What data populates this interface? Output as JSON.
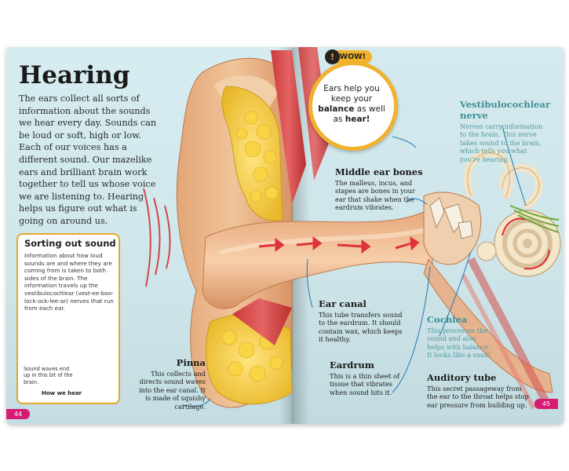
{
  "left_page": {
    "title": "Hearing",
    "intro": "The ears collect all sorts of information about the sounds we hear every day. Sounds can be loud or soft, high or low. Each of our voices has a different sound. Our mazelike ears and brilliant brain work together to tell us whose voice we are listening to. Hearing helps us figure out what is going on around us.",
    "sidebar": {
      "title": "Sorting out sound",
      "text": "Information about how loud sounds are and where they are coming from is taken to both sides of the brain. The information travels up the vestibulocochlear (vest-ee-boo-lock-ock-lee-ar) nerves that run from each ear.",
      "brain_caption": "Sound waves end up in this bit of the brain.",
      "brain_label": "How we hear"
    },
    "page_number": "44"
  },
  "labels": {
    "pinna": {
      "heading": "Pinna",
      "text": "This collects and directs sound waves into the ear canal. It is made of squishy cartilage."
    },
    "ear_canal": {
      "heading": "Ear canal",
      "text": "This tube transfers sound to the eardrum. It should contain wax, which keeps it healthy."
    },
    "eardrum": {
      "heading": "Eardrum",
      "text": "This is a thin sheet of tissue that vibrates when sound hits it."
    },
    "middle_ear_bones": {
      "heading": "Middle ear bones",
      "text": "The malleus, incus, and stapes are bones in your ear that shake when the eardrum vibrates."
    },
    "vestibulocochlear_nerve": {
      "heading": "Vestibulocochlear nerve",
      "text": "Nerves carry information to the brain. This nerve takes sound to the brain, which tells you what you're hearing."
    },
    "cochlea": {
      "heading": "Cochlea",
      "text": "This processes the sound and also helps with balance. It looks like a snail!"
    },
    "auditory_tube": {
      "heading": "Auditory tube",
      "text": "This secret passageway from the ear to the throat helps stop ear pressure from building up."
    }
  },
  "wow": {
    "tag": "WOW!",
    "bang": "!",
    "text_1": "Ears help you keep your",
    "bold_1": "balance",
    "text_2": "as well as",
    "bold_2": "hear!"
  },
  "right_page": {
    "page_number": "45"
  },
  "colors": {
    "page_bg": "#d2e8ec",
    "accent_pink": "#d81b72",
    "box_border": "#e6a72b",
    "wow_yellow": "#f1b22d",
    "teal_label": "#3e8f95",
    "arrow_red": "#e0343a"
  }
}
